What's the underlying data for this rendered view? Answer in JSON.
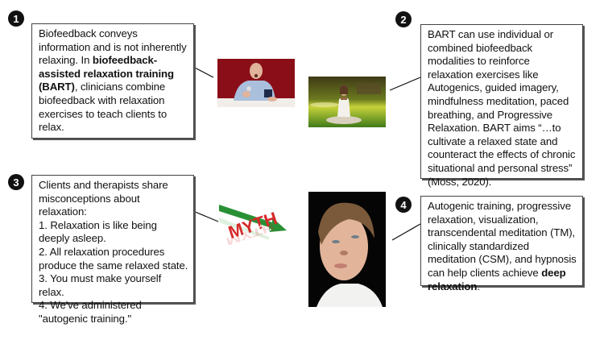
{
  "panels": [
    {
      "number": "1",
      "segments": [
        {
          "text": "Biofeedback conveys information and is not inherently relaxing. In ",
          "bold": false
        },
        {
          "text": "biofeedback-assisted relaxation training (BART)",
          "bold": true
        },
        {
          "text": ", clinicians combine biofeedback with relaxation exercises to teach clients to relax.",
          "bold": false
        }
      ]
    },
    {
      "number": "2",
      "segments": [
        {
          "text": "BART can use individual or combined biofeedback modalities to reinforce relaxation exercises like Autogenics, guided imagery, mindfulness meditation, paced breathing, and Progressive Relaxation. BART aims “…to cultivate a relaxed state and counteract the effects of chronic situational and personal stress” (Moss, 2020).",
          "bold": false
        }
      ]
    },
    {
      "number": "3",
      "lines": [
        "Clients and therapists share misconceptions about relaxation:",
        "1. Relaxation is like being deeply asleep.",
        "2. All relaxation procedures produce the same relaxed state.",
        "3. You must make yourself relax.",
        "4. We've administered \"autogenic training.\""
      ]
    },
    {
      "number": "4",
      "segments": [
        {
          "text": "Autogenic training, progressive relaxation, visualization, transcendental meditation (TM), clinically standardized meditation (CSM), and hypnosis can help clients achieve ",
          "bold": false
        },
        {
          "text": "deep relaxation",
          "bold": true
        },
        {
          "text": ".",
          "bold": false
        }
      ]
    }
  ],
  "images": {
    "man_biofeedback": "man with blood pressure cuff, red background",
    "meditation": "woman meditating on grass",
    "myth_fact": {
      "myth_label": "MYTH",
      "fact_label": "FACT"
    },
    "portrait": "young man relaxed face"
  },
  "colors": {
    "badge": "#111111",
    "border": "#444444",
    "myth_red": "#d62a2a",
    "fact_green": "#1e8a2a",
    "man_bg": "#8e0f1a"
  }
}
